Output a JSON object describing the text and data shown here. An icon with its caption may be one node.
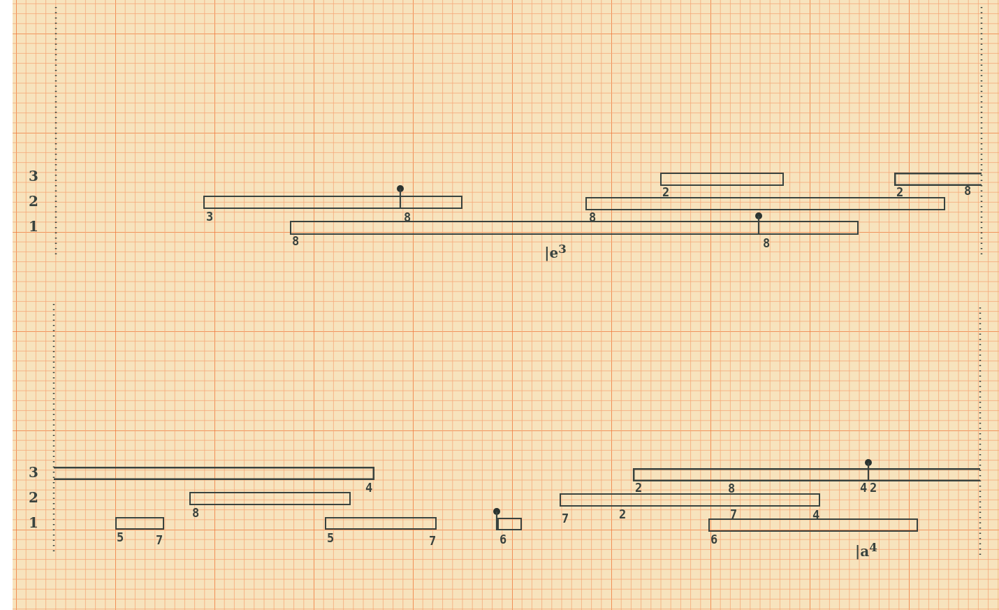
{
  "diagram": {
    "nodes": [
      {
        "text": [],
        "shape": "bar",
        "beside": [
          "2"
        ]
      },
      {
        "text": [],
        "shape": "bar",
        "beside": [
          "2",
          "8"
        ]
      },
      {
        "text": [],
        "shape": "bar",
        "beside": [
          "3",
          "8"
        ]
      },
      {
        "text": [],
        "shape": "bar",
        "beside": [
          "8"
        ]
      },
      {
        "text": [],
        "shape": "bar",
        "beside": [
          "8",
          "8"
        ]
      },
      {
        "text": [],
        "shape": "bar",
        "beside": [
          "4"
        ]
      },
      {
        "text": [],
        "shape": "bar",
        "beside": [
          "2",
          "8",
          "4",
          "2"
        ]
      },
      {
        "text": [],
        "shape": "bar",
        "beside": [
          "8"
        ]
      },
      {
        "text": [],
        "shape": "bar",
        "beside": [
          "7",
          "2",
          "7",
          "4"
        ]
      },
      {
        "text": [],
        "shape": "bar",
        "beside": [
          "5",
          "7"
        ]
      },
      {
        "text": [],
        "shape": "bar",
        "beside": [
          "5",
          "7"
        ]
      },
      {
        "text": [],
        "shape": "bar",
        "beside": [
          "6"
        ]
      },
      {
        "text": [],
        "shape": "bar",
        "beside": [
          "6"
        ]
      }
    ],
    "labels": [
      "3",
      "2",
      "1",
      "|e$^{3}$",
      "3",
      "2",
      "1",
      "|a$^{4}$"
    ]
  }
}
